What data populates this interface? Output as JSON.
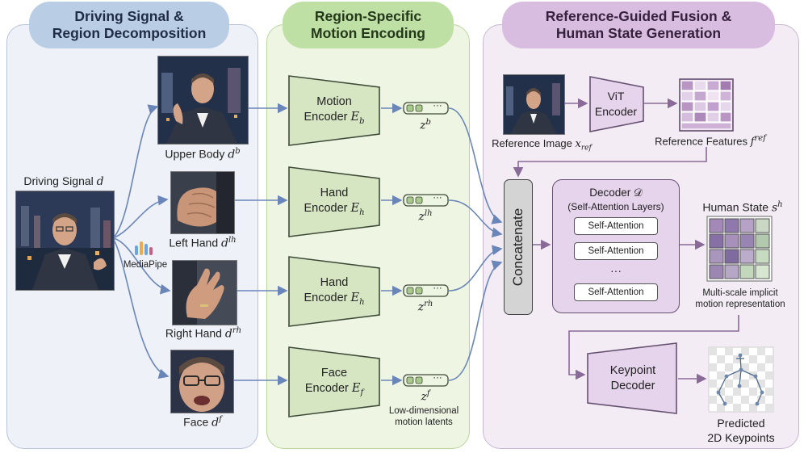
{
  "headers": {
    "panel1": [
      "Driving Signal &",
      "Region Decomposition"
    ],
    "panel2": [
      "Region-Specific",
      "Motion Encoding"
    ],
    "panel3": [
      "Reference-Guided Fusion &",
      "Human State Generation"
    ]
  },
  "driving": {
    "label": "Driving Signal",
    "symbol": "d",
    "tool": "MediaPipe"
  },
  "regions": [
    {
      "label": "Upper Body",
      "symbol": "d",
      "sup": "b"
    },
    {
      "label": "Left Hand",
      "symbol": "d",
      "sup": "lh"
    },
    {
      "label": "Right Hand",
      "symbol": "d",
      "sup": "rh"
    },
    {
      "label": "Face",
      "symbol": "d",
      "sup": "f"
    }
  ],
  "encoders": [
    {
      "line1": "Motion",
      "line2": "Encoder",
      "sym": "E",
      "sub": "b"
    },
    {
      "line1": "Hand",
      "line2": "Encoder",
      "sym": "E",
      "sub": "h"
    },
    {
      "line1": "Hand",
      "line2": "Encoder",
      "sym": "E",
      "sub": "h"
    },
    {
      "line1": "Face",
      "line2": "Encoder",
      "sym": "E",
      "sub": "f"
    }
  ],
  "latents": [
    {
      "sym": "z",
      "sup": "b"
    },
    {
      "sym": "z",
      "sup": "lh"
    },
    {
      "sym": "z",
      "sup": "rh"
    },
    {
      "sym": "z",
      "sup": "f"
    }
  ],
  "latent_dots": "···",
  "latent_caption": [
    "Low-dimensional",
    "motion latents"
  ],
  "reference": {
    "image_label": "Reference Image",
    "image_sym": "x",
    "image_sub": "ref",
    "vit_line1": "ViT",
    "vit_line2": "Encoder",
    "features_label": "Reference Features",
    "features_sym": "f",
    "features_sup": "ref"
  },
  "concat_label": "Concatenate",
  "decoder": {
    "title": "Decoder 𝒟",
    "subtitle": "(Self-Attention Layers)",
    "layers": [
      "Self-Attention",
      "Self-Attention",
      "Self-Attention"
    ],
    "ellipsis": "···"
  },
  "human_state": {
    "label": "Human State",
    "sym": "s",
    "sup": "h",
    "caption": [
      "Multi-scale implicit",
      "motion representation"
    ]
  },
  "keypoint": {
    "line1": "Keypoint",
    "line2": "Decoder"
  },
  "predicted": [
    "Predicted",
    "2D Keypoints"
  ],
  "colors": {
    "arrow": "#6a86b8",
    "encoder_fill": "#d6e6c3",
    "decoder_fill": "#e6d3ec",
    "panel_green": "#eef5e3"
  }
}
